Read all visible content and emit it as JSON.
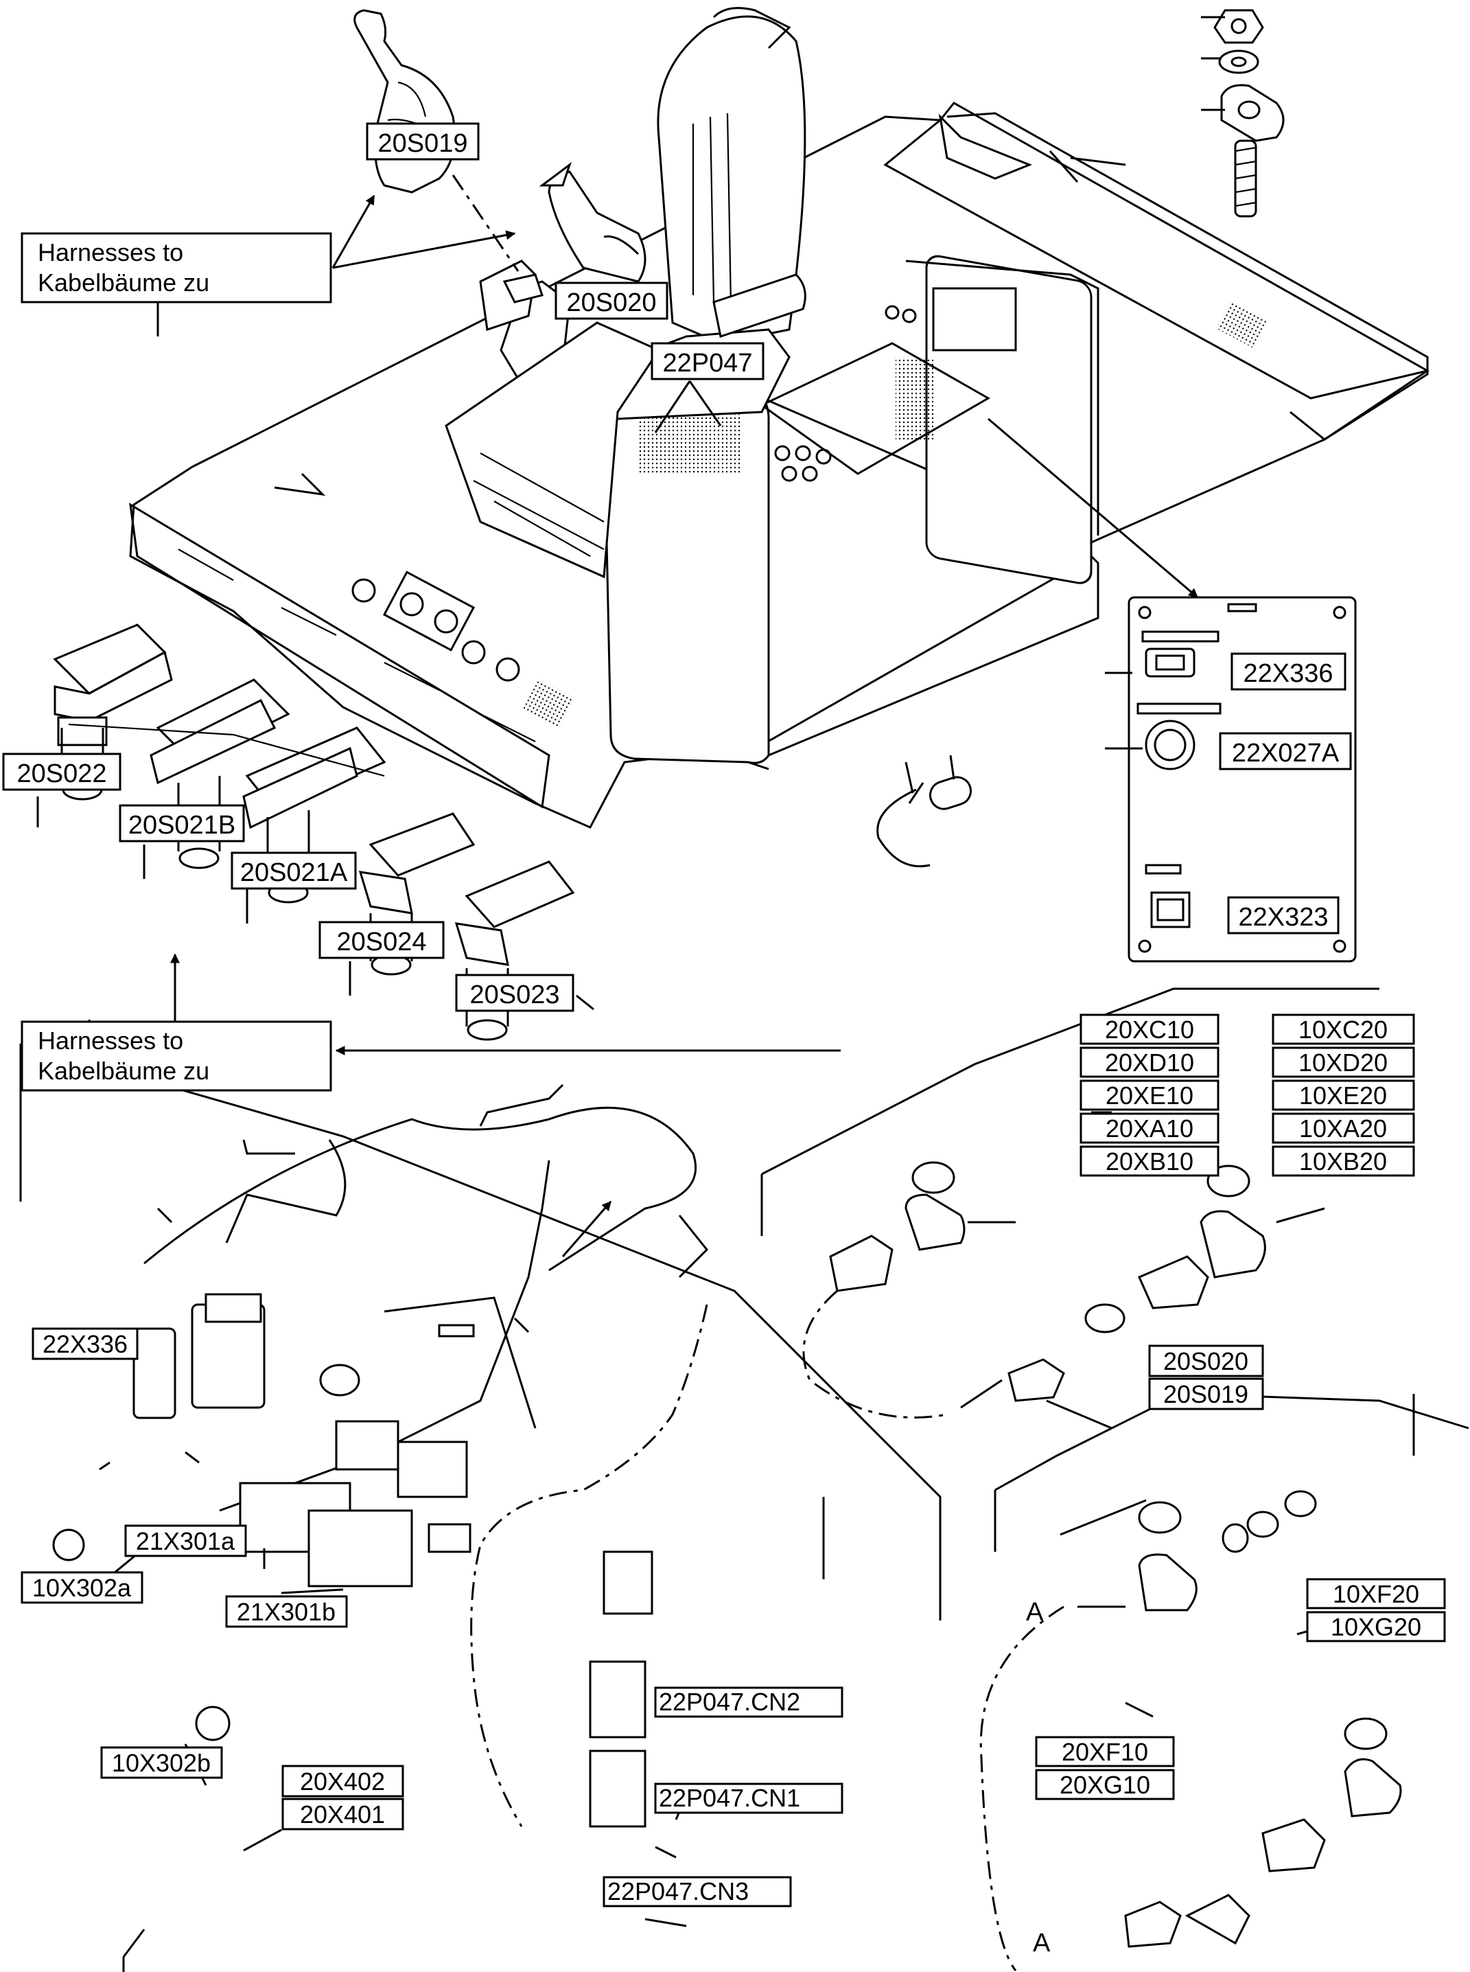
{
  "callouts": {
    "joystick_left": "20S019",
    "joystick_right": "20S020",
    "monitor": "22P047",
    "pedal_22": "20S022",
    "pedal_21b": "20S021B",
    "pedal_21a": "20S021A",
    "pedal_24": "20S024",
    "pedal_23": "20S023",
    "panel_service_socket": "22X336",
    "panel_komtrax_socket": "22X027A",
    "panel_pc_socket": "22X323"
  },
  "harness_notes": {
    "top": {
      "line1": "Harnesses to",
      "line2": "Kabelbäume zu"
    },
    "bottom": {
      "line1": "Harnesses to",
      "line2": "Kabelbäume zu"
    }
  },
  "connector_groups": {
    "group_20x": [
      "20XC10",
      "20XD10",
      "20XE10",
      "20XA10",
      "20XB10"
    ],
    "group_10x": [
      "10XC20",
      "10XD20",
      "10XE20",
      "10XA20",
      "10XB20"
    ],
    "joystick_refs": [
      "20S020",
      "20S019"
    ],
    "group_10xf": [
      "10XF20",
      "10XG20"
    ],
    "group_20xf": [
      "20XF10",
      "20XG10"
    ],
    "group_20x40": [
      "20X402",
      "20X401"
    ]
  },
  "harness_labels": {
    "cab_socket": "22X336",
    "connector_a": "21X301a",
    "connector_b": "21X301b",
    "plug_a": "10X302a",
    "plug_b": "10X302b",
    "monitor_cn2": "22P047.CN2",
    "monitor_cn1": "22P047.CN1",
    "monitor_cn3": "22P047.CN3"
  },
  "markers": {
    "a_top": "A",
    "a_bottom": "A"
  },
  "icons": {
    "arrow": "arrow-icon",
    "cable_tie": "cable-tie-icon",
    "nut": "nut-icon",
    "washer": "washer-icon",
    "clamp": "clamp-icon",
    "bolt": "bolt-icon"
  }
}
